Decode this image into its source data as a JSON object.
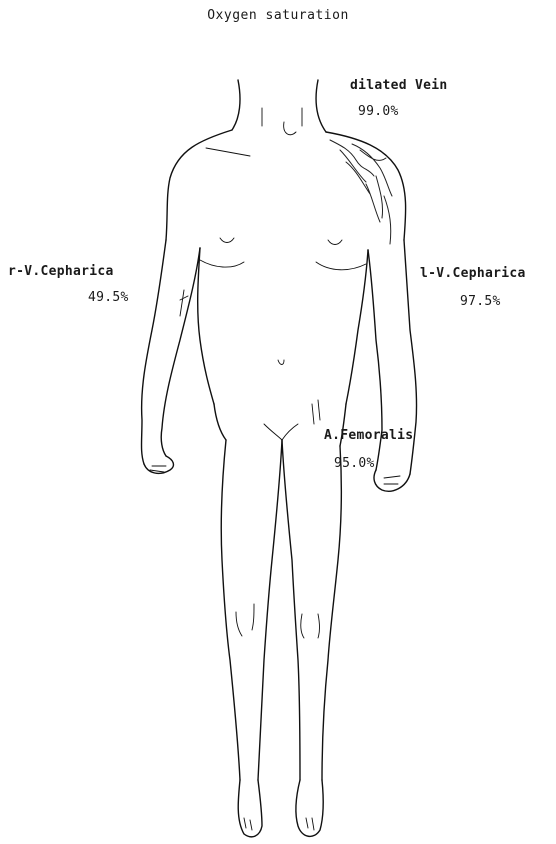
{
  "title": "Oxygen saturation",
  "measurements": [
    {
      "site": "dilated Vein",
      "saturation": "99.0%"
    },
    {
      "site": "r-V.Cepharica",
      "saturation": "49.5%"
    },
    {
      "site": "l-V.Cepharica",
      "saturation": "97.5%"
    },
    {
      "site": "A.Femoralis",
      "saturation": "95.0%"
    }
  ]
}
